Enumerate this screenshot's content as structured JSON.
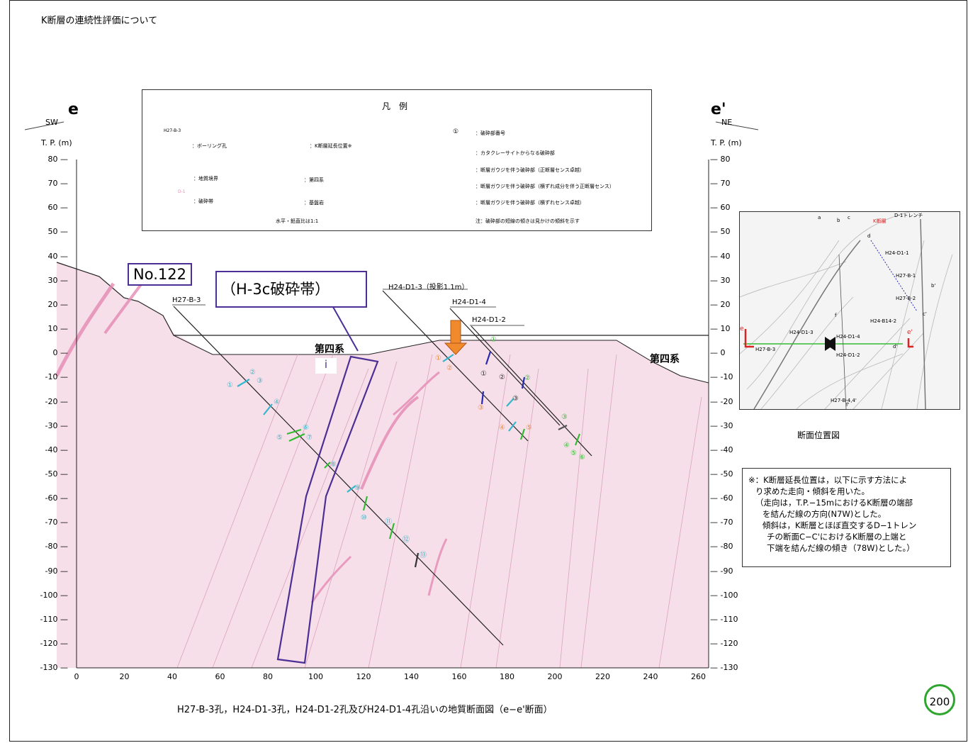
{
  "page": {
    "title": "K断層の連続性評価について",
    "page_number": "200"
  },
  "legend": {
    "title": "凡　例",
    "boring_sample_label": "H27-B-3",
    "boring": "：ボーリング孔",
    "boundary": "：地質境界",
    "fracture_zone_sample_label": "D-1",
    "fracture_zone": "：破砕帯",
    "k_extension": "：K断層延長位置※",
    "quaternary": "：第四系",
    "bedrock": "：基盤岩",
    "scale_note": "水平・鉛直比は1:1",
    "number_symbol": "①",
    "number_label": "：破砕部番号",
    "cataclasite": "：カタクレーサイトからなる破砕部",
    "gouge_normal": "：断層ガウジを伴う破砕部（正断層センス卓越）",
    "gouge_oblique": "：断層ガウジを伴う破砕部（横ずれ成分を伴う正断層センス）",
    "gouge_strike": "：断層ガウジを伴う破砕部（横ずれセンス卓越）",
    "note": "注：破砕部の短線の傾きは見かけの傾斜を示す"
  },
  "section": {
    "left_label": "e",
    "right_label": "e'",
    "left_dir": "SW",
    "right_dir": "NE",
    "left_unit": "T. P. (m)",
    "right_unit": "T. P. (m)",
    "y_ticks": [
      "80",
      "70",
      "60",
      "50",
      "40",
      "30",
      "20",
      "10",
      "0",
      "-10",
      "-20",
      "-30",
      "-40",
      "-50",
      "-60",
      "-70",
      "-80",
      "-90",
      "-100",
      "-110",
      "-120",
      "-130"
    ],
    "x_ticks": [
      "0",
      "20",
      "40",
      "60",
      "80",
      "100",
      "120",
      "140",
      "160",
      "180",
      "200",
      "220",
      "240",
      "260"
    ],
    "quaternary_left": "第四系",
    "quaternary_right": "第四系",
    "boreholes": {
      "b1": "H27-B-3",
      "b2": "H24-D1-3（投影1.1m）",
      "b3": "H24-D1-4",
      "b4": "H24-D1-2"
    }
  },
  "annotations": {
    "no_label": "No.122",
    "zone_label": "（H-3c破砕帯）",
    "i_label": "i"
  },
  "caption": "H27-B-3孔，H24-D1-3孔，H24-D1-2孔及びH24-D1-4孔沿いの地質断面図（e−e'断面）",
  "inset": {
    "title": "断面位置図",
    "labels": [
      "a",
      "b",
      "c",
      "d",
      "b'",
      "c'",
      "d'",
      "e",
      "e'",
      "f",
      "f'",
      "D-1トレンチ",
      "K断層",
      "H24-D1-1",
      "H27-B-1",
      "H27-B-2",
      "H24-B14-2",
      "H24-D1-3",
      "H24-D1-4",
      "H24-D1-2",
      "H27-B-3",
      "H27-B-4,4'"
    ]
  },
  "note_box": {
    "lines": [
      "※：K断層延長位置は，以下に示す方法によ",
      "り求めた走向・傾斜を用いた。",
      "（走向は，T.P.−15mにおけるK断層の端部",
      "を結んだ線の方向(N7W)とした。",
      "傾斜は，K断層とほぼ直交するD−1トレン",
      "チの断面C−C'におけるK断層の上端と",
      "下端を結んだ線の傾き（78W)とした。）"
    ]
  },
  "colors": {
    "bedrock": "#f7dfe9",
    "fracture": "#e58ab4",
    "arrow": "#f08a2c",
    "purple": "#4b2f95",
    "blue": "#2a2ab0",
    "green": "#33bb33",
    "cyan": "#33b7cc"
  }
}
